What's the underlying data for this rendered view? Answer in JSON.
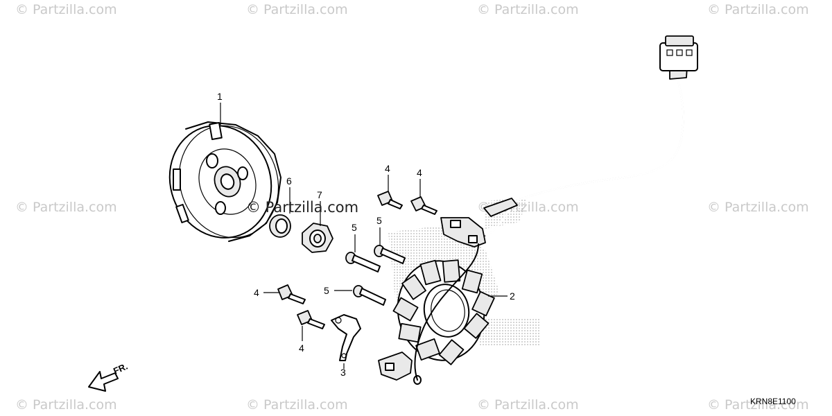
{
  "watermark": {
    "text": "© Partzilla.com",
    "center_text": "© Partzilla.com"
  },
  "diagram": {
    "code": "KRN8E1100",
    "direction_label": "FR."
  },
  "callouts": [
    {
      "id": "flywheel",
      "label": "1"
    },
    {
      "id": "stator",
      "label": "2"
    },
    {
      "id": "bracket",
      "label": "3"
    },
    {
      "id": "bolt-top-left",
      "label": "4"
    },
    {
      "id": "bolt-top-right",
      "label": "4"
    },
    {
      "id": "bolt-mid-left",
      "label": "4"
    },
    {
      "id": "bolt-bottom-left",
      "label": "4"
    },
    {
      "id": "screw-upper-left",
      "label": "5"
    },
    {
      "id": "screw-upper-right",
      "label": "5"
    },
    {
      "id": "screw-lower",
      "label": "5"
    },
    {
      "id": "washer",
      "label": "6"
    },
    {
      "id": "nut",
      "label": "7"
    }
  ],
  "colors": {
    "line": "#000000",
    "watermark": "#c9c9c9",
    "stipple": "#bdbdbd"
  }
}
